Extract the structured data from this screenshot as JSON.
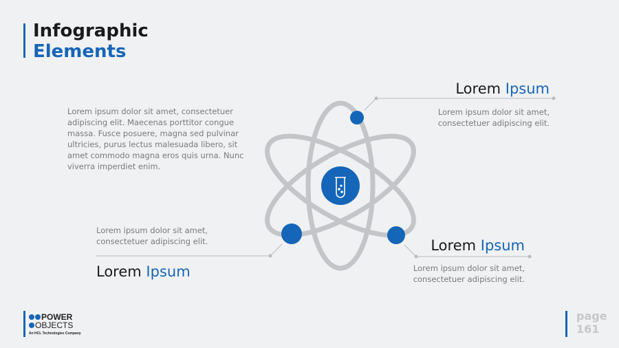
{
  "title": {
    "line1": "Infographic",
    "line2": "Elements"
  },
  "intro_text": "Lorem ipsum dolor sit amet, consectetuer adipiscing elit. Maecenas porttitor congue massa. Fusce posuere, magna sed pulvinar ultricies, purus lectus malesuada libero, sit amet commodo magna eros quis urna. Nunc viverra imperdiet enim.",
  "callouts": [
    {
      "heading_dark": "Lorem",
      "heading_accent": "Ipsum",
      "text": "Lorem ipsum dolor sit amet, consectetuer adipiscing elit."
    },
    {
      "heading_dark": "Lorem",
      "heading_accent": "Ipsum",
      "text": "Lorem ipsum dolor sit amet, consectetuer adipiscing elit."
    },
    {
      "heading_dark": "Lorem",
      "heading_accent": "Ipsum",
      "text": "Lorem ipsum dolor sit amet, consectetuer adipiscing elit."
    }
  ],
  "center_icon": "test-tube-icon",
  "logo": {
    "word1": "POWER",
    "word2": "OBJECTS",
    "tagline": "An HCL Technologies Company"
  },
  "page": {
    "label": "page",
    "number": "161"
  },
  "colors": {
    "accent": "#1565b8",
    "orbit": "#c4c5c8",
    "background": "#f0f1f3"
  }
}
